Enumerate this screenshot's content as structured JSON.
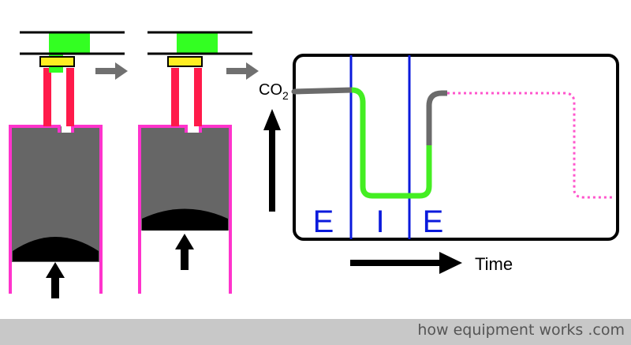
{
  "labels": {
    "co2_main": "CO",
    "co2_sub": "2",
    "time": "Time",
    "phase_expiration_1": "E",
    "phase_inspiration": "I",
    "phase_expiration_2": "E"
  },
  "footer": {
    "text": "how equipment works .com"
  },
  "colors": {
    "cylinder_outline": "#ff33cc",
    "piston": "#000000",
    "gas": "#666666",
    "inlet_tubes": "#ff1a4a",
    "valve": "#ffee22",
    "fresh_gas": "#33ff22",
    "rail": "#000000",
    "phase_divider": "#0a1adc",
    "trace_co2": "#6b6b6b",
    "trace_fresh": "#44ee22",
    "trace_dotted": "#ff55cc",
    "arrow_grey": "#707070",
    "footer_bg": "#c8c8c8",
    "footer_text": "#555555"
  },
  "icons": {
    "flow_arrow": "right-arrow-icon",
    "piston_push": "up-arrow-icon",
    "co2_axis": "up-arrow-icon",
    "time_axis": "right-arrow-icon"
  }
}
